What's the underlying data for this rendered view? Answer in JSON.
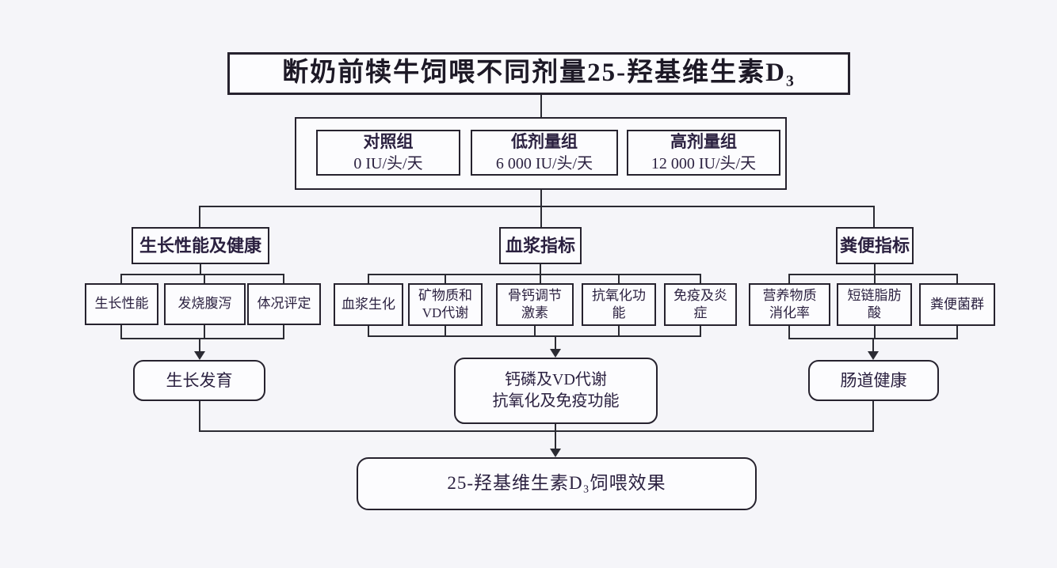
{
  "page": {
    "background_color": "#f5f5f9",
    "box_fill_color": "#fcfcfe",
    "line_color": "#2b2b33",
    "text_color": "#2b2140"
  },
  "title": "断奶前犊牛饲喂不同剂量25-羟基维生素D₃",
  "treatment_groups": [
    {
      "name": "对照组",
      "dose": "0 IU/头/天"
    },
    {
      "name": "低剂量组",
      "dose": "6 000 IU/头/天"
    },
    {
      "name": "高剂量组",
      "dose": "12 000 IU/头/天"
    }
  ],
  "branches": [
    {
      "category": "生长性能及健康",
      "items": [
        "生长性能",
        "发烧腹泻",
        "体况评定"
      ],
      "outcome": [
        "生长发育"
      ]
    },
    {
      "category": "血浆指标",
      "items": [
        "血浆生化",
        "矿物质和VD代谢",
        "骨钙调节激素",
        "抗氧化功能",
        "免疫及炎症"
      ],
      "outcome": [
        "钙磷及VD代谢",
        "抗氧化及免疫功能"
      ]
    },
    {
      "category": "粪便指标",
      "items": [
        "营养物质消化率",
        "短链脂肪酸",
        "粪便菌群"
      ],
      "outcome": [
        "肠道健康"
      ]
    }
  ],
  "final_outcome": "25-羟基维生素D₃饲喂效果"
}
